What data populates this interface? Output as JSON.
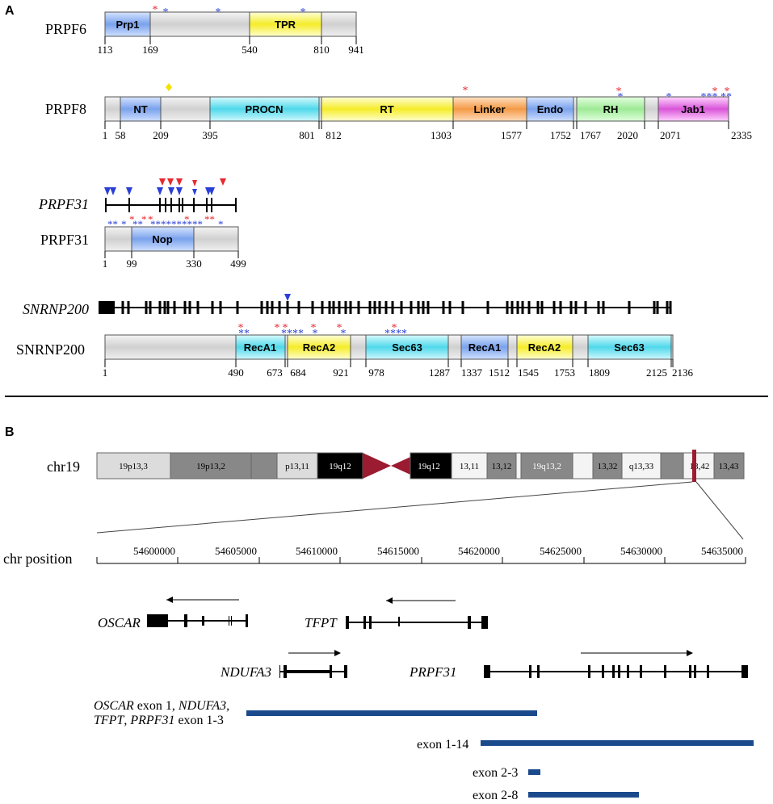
{
  "panels": {
    "a": "A",
    "b": "B"
  },
  "colors": {
    "protein_bar": "#dcdcdc",
    "dark_grey": "#888888",
    "red_mark": "#e8282e",
    "blue_mark": "#2a3fd6",
    "yellow_mark": "#f2e200",
    "centromere": "#9b1b30",
    "region_bar": "#1b4a8c"
  },
  "prpf6": {
    "label": "PRPF6",
    "domains": [
      {
        "name": "Prp1",
        "start": 113,
        "end": 169,
        "color": "#8fb2ee"
      },
      {
        "name": "TPR",
        "start": 540,
        "end": 810,
        "color": "#f7f15a"
      }
    ],
    "ticks": [
      "113",
      "169",
      "540",
      "810",
      "941"
    ],
    "mutations": [
      {
        "color": "red",
        "pos": 169
      },
      {
        "color": "blue",
        "pos": 183
      },
      {
        "color": "blue",
        "pos": 420
      },
      {
        "color": "blue",
        "pos": 735
      }
    ]
  },
  "prpf8": {
    "label": "PRPF8",
    "domains": [
      {
        "name": "NT",
        "start": 58,
        "end": 209,
        "color": "#8fb2ee"
      },
      {
        "name": "PROCN",
        "start": 395,
        "end": 801,
        "color": "#66e0ee"
      },
      {
        "name": "RT",
        "start": 812,
        "end": 1303,
        "color": "#f7f15a"
      },
      {
        "name": "Linker",
        "start": 1303,
        "end": 1577,
        "color": "#f7a25a"
      },
      {
        "name": "Endo",
        "start": 1577,
        "end": 1752,
        "color": "#8fb2ee"
      },
      {
        "name": "RH",
        "start": 1767,
        "end": 2020,
        "color": "#a6f0a0"
      },
      {
        "name": "Jab1",
        "start": 2071,
        "end": 2335,
        "color": "#e070e0"
      }
    ],
    "ticks": [
      "1",
      "58",
      "209",
      "395",
      "801",
      "812",
      "1303",
      "1577",
      "1752",
      "1767",
      "2020",
      "2071",
      "2335"
    ]
  },
  "prpf31_gene": {
    "label": "PRPF31",
    "exons": 14
  },
  "prpf31": {
    "label": "PRPF31",
    "domains": [
      {
        "name": "Nop",
        "start": 99,
        "end": 330,
        "color": "#8fb2ee"
      }
    ],
    "ticks": [
      "1",
      "99",
      "330",
      "499"
    ]
  },
  "snrnp200_gene": {
    "label": "SNRNP200"
  },
  "snrnp200": {
    "label": "SNRNP200",
    "domains": [
      {
        "name": "RecA1",
        "start": 490,
        "end": 673,
        "color": "#66e0ee"
      },
      {
        "name": "RecA2",
        "start": 684,
        "end": 921,
        "color": "#f7f15a"
      },
      {
        "name": "Sec63",
        "start": 978,
        "end": 1287,
        "color": "#66e0ee"
      },
      {
        "name": "RecA1",
        "start": 1337,
        "end": 1512,
        "color": "#8fb2ee"
      },
      {
        "name": "RecA2",
        "start": 1545,
        "end": 1753,
        "color": "#f7f15a"
      },
      {
        "name": "Sec63",
        "start": 1809,
        "end": 2125,
        "color": "#66e0ee"
      }
    ],
    "ticks": [
      "1",
      "490",
      "673",
      "684",
      "921",
      "978",
      "1287",
      "1337",
      "1512",
      "1545",
      "1753",
      "1809",
      "2125",
      "2136"
    ]
  },
  "chr19": {
    "label": "chr19",
    "bands": [
      {
        "name": "19p13,3",
        "shade": "light"
      },
      {
        "name": "19p13,2",
        "shade": "mid"
      },
      {
        "name": "",
        "shade": "mid"
      },
      {
        "name": "p13,11",
        "shade": "light"
      },
      {
        "name": "19q12",
        "shade": "black"
      },
      {
        "name": "19q12",
        "shade": "black"
      },
      {
        "name": "13,11",
        "shade": "white"
      },
      {
        "name": "13,12",
        "shade": "mid"
      },
      {
        "name": "",
        "shade": "white"
      },
      {
        "name": "19q13,2",
        "shade": "mid"
      },
      {
        "name": "",
        "shade": "white"
      },
      {
        "name": "13,32",
        "shade": "mid"
      },
      {
        "name": "q13,33",
        "shade": "white"
      },
      {
        "name": "",
        "shade": "mid"
      },
      {
        "name": "13,42",
        "shade": "white"
      },
      {
        "name": "13,43",
        "shade": "mid"
      }
    ]
  },
  "chr_position": {
    "label": "chr position",
    "ticks": [
      "54600000",
      "54605000",
      "54610000",
      "54615000",
      "54620000",
      "54625000",
      "54630000",
      "54635000"
    ]
  },
  "genes": [
    {
      "name": "OSCAR",
      "strand": "-"
    },
    {
      "name": "TFPT",
      "strand": "-"
    },
    {
      "name": "NDUFA3",
      "strand": "+"
    },
    {
      "name": "PRPF31",
      "strand": "+"
    }
  ],
  "deletions": [
    {
      "label_parts": [
        "OSCAR",
        " exon 1, ",
        "NDUFA3",
        ","
      ],
      "label_line2": [
        "TFPT",
        ", ",
        "PRPF31",
        " exon 1-3"
      ]
    },
    {
      "label": "exon 1-14"
    },
    {
      "label": "exon 2-3"
    },
    {
      "label": "exon 2-8"
    }
  ]
}
